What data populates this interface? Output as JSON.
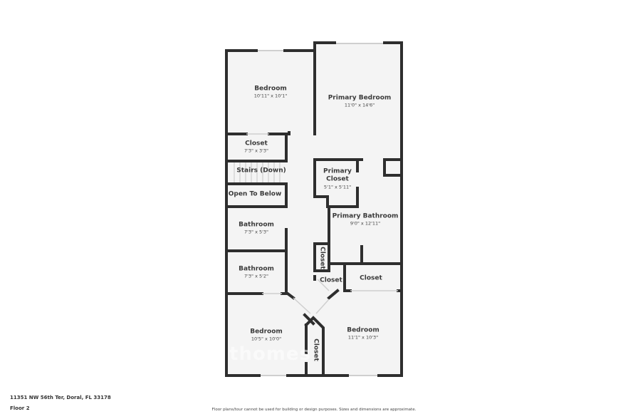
{
  "footer": {
    "address": "11351 NW 56th Ter, Doral, FL 33178",
    "floor": "Floor 2",
    "disclaimer": "Floor plans/tour cannot be used for building or design purposes. Sizes and dimensions are approximate."
  },
  "watermark": {
    "brand": "thomes"
  },
  "colors": {
    "wall": "#2e2e2e",
    "floor": "#f4f4f4",
    "background": "#ffffff"
  },
  "rooms": {
    "bedroom_nw": {
      "name": "Bedroom",
      "dims": "10'11\" x 10'1\""
    },
    "primary_bedroom": {
      "name": "Primary Bedroom",
      "dims": "11'0\" x 14'6\""
    },
    "closet_left": {
      "name": "Closet",
      "dims": "7'3\" x 3'3\""
    },
    "stairs": {
      "name": "Stairs (Down)"
    },
    "open_to_below": {
      "name": "Open To Below"
    },
    "primary_closet": {
      "name": "Primary Closet",
      "dims": "5'1\" x 5'11\""
    },
    "primary_bathroom": {
      "name": "Primary Bathroom",
      "dims": "9'0\" x 12'11\""
    },
    "bathroom_1": {
      "name": "Bathroom",
      "dims": "7'3\" x 5'3\""
    },
    "bathroom_2": {
      "name": "Bathroom",
      "dims": "7'3\" x 5'2\""
    },
    "closet_hall_vertical": {
      "name": "Closet"
    },
    "closet_hall": {
      "name": "Closet"
    },
    "closet_right": {
      "name": "Closet"
    },
    "bedroom_sw": {
      "name": "Bedroom",
      "dims": "10'5\" x 10'0\""
    },
    "bedroom_se": {
      "name": "Bedroom",
      "dims": "11'1\" x 10'3\""
    },
    "closet_bottom_vertical": {
      "name": "Closet"
    }
  }
}
